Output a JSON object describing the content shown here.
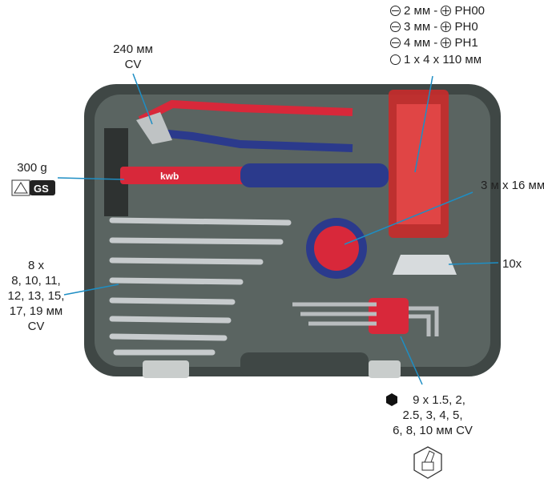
{
  "pliers_label": {
    "line1": "240 мм",
    "line2": "CV"
  },
  "screwdrivers": [
    {
      "slot": "2 мм",
      "sep": " - ",
      "phillips": "PH00"
    },
    {
      "slot": "3 мм",
      "sep": " - ",
      "phillips": "PH0"
    },
    {
      "slot": "4 мм",
      "sep": " - ",
      "phillips": "PH1"
    }
  ],
  "screwdriver_handle": "1 x 4 x 110 мм",
  "hammer_label": {
    "weight": "300 g",
    "certification_icons": [
      "tuv-gs-triangle",
      "gs-mark"
    ]
  },
  "tape_label": "3 м x 16 мм",
  "blades_label": "10x",
  "wrenches_label": [
    "8 x",
    "8, 10, 11,",
    "12, 13, 15,",
    "17, 19 мм",
    "CV"
  ],
  "hex_keys_label": [
    "9 x 1.5, 2,",
    "2.5, 3, 4, 5,",
    "6, 8, 10 мм CV"
  ],
  "brand": "kwb",
  "colors": {
    "callout": "#1e8ec4",
    "case": "#4b5552",
    "handle_red": "#d8283a",
    "handle_blue": "#2b3a8c"
  }
}
